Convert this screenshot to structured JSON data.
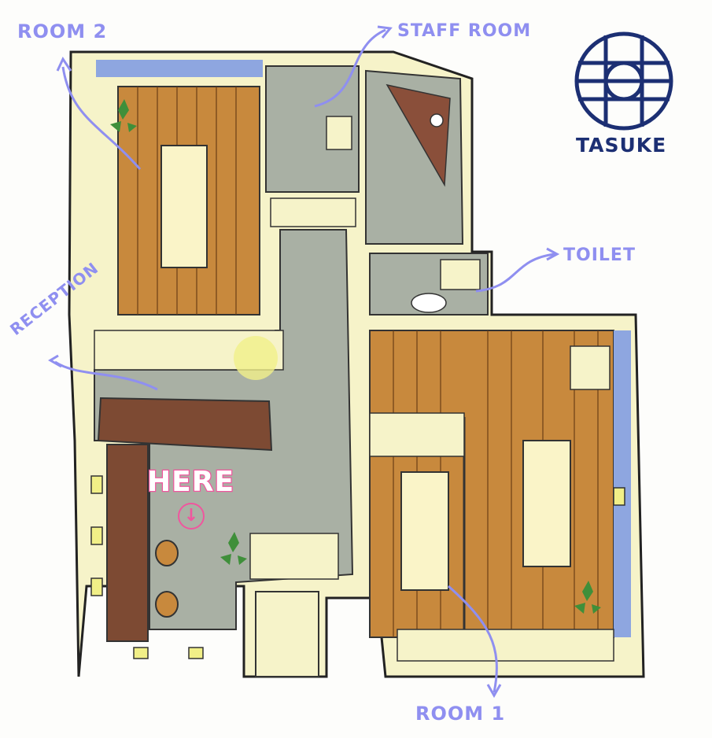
{
  "labels": {
    "room2": "ROOM 2",
    "staff_room": "STAFF ROOM",
    "toilet": "TOILET",
    "reception": "RECEPTION",
    "room1": "ROOM 1",
    "here": "HERE",
    "here_arrow": "↓"
  },
  "brand": {
    "name": "TASUKE"
  },
  "colors": {
    "label": "#8f8ff0",
    "here": "#f0569e",
    "brand": "#1c2f73",
    "wood": "#c8893d",
    "floor_grey": "#a9b0a4",
    "wall_fill": "#f6f3c9",
    "blue_wall": "#8ea6e0",
    "counter": "#7d4a33"
  },
  "icons": [
    "tasuke-logo-icon",
    "plant-icon",
    "down-arrow-icon"
  ]
}
